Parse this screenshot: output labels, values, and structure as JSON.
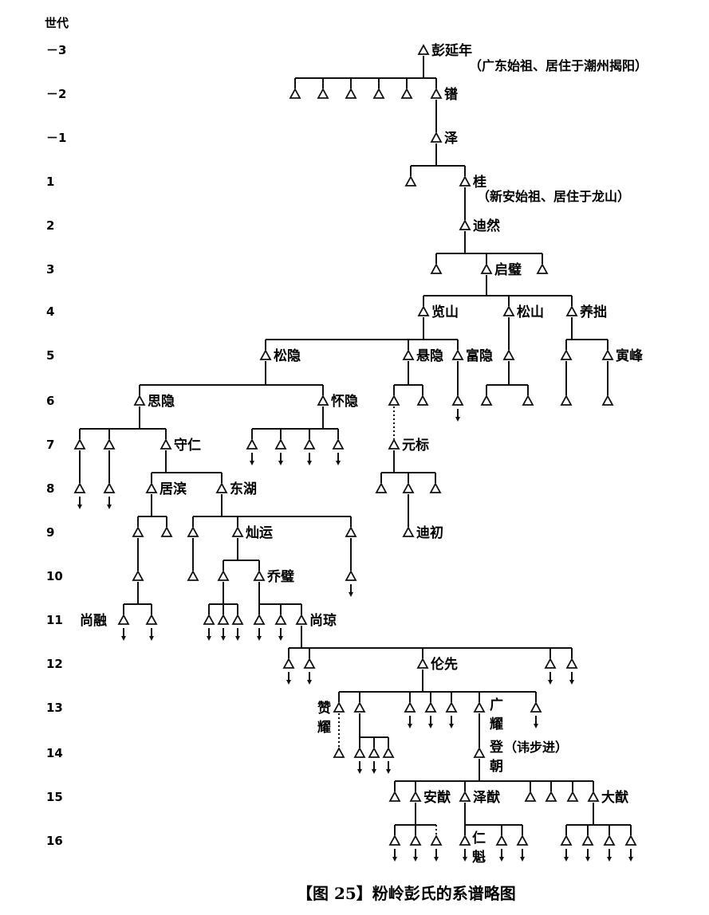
{
  "header": "世代",
  "caption": "【图 25】粉岭彭氏的系谱略图",
  "generations": [
    {
      "id": "g-3",
      "label": "－3"
    },
    {
      "id": "g-2",
      "label": "－2"
    },
    {
      "id": "g-1",
      "label": "－1"
    },
    {
      "id": "g1",
      "label": "1"
    },
    {
      "id": "g2",
      "label": "2"
    },
    {
      "id": "g3",
      "label": "3"
    },
    {
      "id": "g4",
      "label": "4"
    },
    {
      "id": "g5",
      "label": "5"
    },
    {
      "id": "g6",
      "label": "6"
    },
    {
      "id": "g7",
      "label": "7"
    },
    {
      "id": "g8",
      "label": "8"
    },
    {
      "id": "g9",
      "label": "9"
    },
    {
      "id": "g10",
      "label": "10"
    },
    {
      "id": "g11",
      "label": "11"
    },
    {
      "id": "g12",
      "label": "12"
    },
    {
      "id": "g13",
      "label": "13"
    },
    {
      "id": "g14",
      "label": "14"
    },
    {
      "id": "g15",
      "label": "15"
    },
    {
      "id": "g16",
      "label": "16"
    }
  ],
  "people": [
    {
      "id": "pengyannian",
      "name": "彭延年",
      "note": "（广东始祖、居住于潮州揭阳）"
    },
    {
      "id": "xi",
      "name": "镨"
    },
    {
      "id": "ze",
      "name": "泽"
    },
    {
      "id": "gui",
      "name": "桂",
      "note": "（新安始祖、居住于龙山）"
    },
    {
      "id": "diran",
      "name": "迪然"
    },
    {
      "id": "qibi",
      "name": "启璧"
    },
    {
      "id": "lanshan",
      "name": "览山"
    },
    {
      "id": "songshan",
      "name": "松山"
    },
    {
      "id": "yangzhuo",
      "name": "养拙"
    },
    {
      "id": "songyin",
      "name": "松隐"
    },
    {
      "id": "xuanyin",
      "name": "悬隐"
    },
    {
      "id": "fuyin",
      "name": "富隐"
    },
    {
      "id": "yinfeng",
      "name": "寅峰"
    },
    {
      "id": "siyin",
      "name": "思隐"
    },
    {
      "id": "huaiyin",
      "name": "怀隐"
    },
    {
      "id": "shouren",
      "name": "守仁"
    },
    {
      "id": "yuanbiao",
      "name": "元标"
    },
    {
      "id": "jubin",
      "name": "居滨"
    },
    {
      "id": "donghu",
      "name": "东湖"
    },
    {
      "id": "dichu",
      "name": "迪初"
    },
    {
      "id": "canyun",
      "name": "灿运"
    },
    {
      "id": "qiaobi",
      "name": "乔璧"
    },
    {
      "id": "shangrong",
      "name": "尚融"
    },
    {
      "id": "shangqiong",
      "name": "尚琼"
    },
    {
      "id": "lunxian",
      "name": "伦先"
    },
    {
      "id": "zanyao",
      "name": "赞耀"
    },
    {
      "id": "guangyao",
      "name": "广耀"
    },
    {
      "id": "dengchao",
      "name": "登朝",
      "note": "（讳步进）"
    },
    {
      "id": "anxian",
      "name": "安猷"
    },
    {
      "id": "zexian",
      "name": "泽猷"
    },
    {
      "id": "daxian",
      "name": "大猷"
    },
    {
      "id": "renkui",
      "name": "仁魁"
    }
  ]
}
